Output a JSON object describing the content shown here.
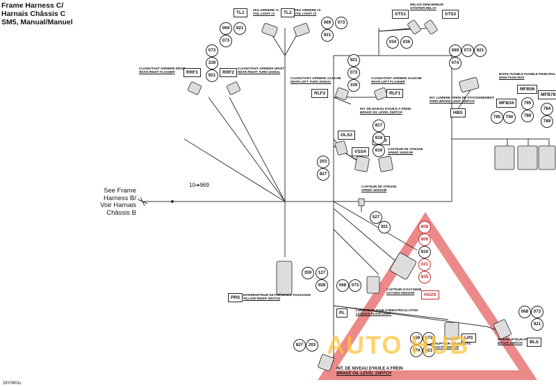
{
  "title": {
    "line1": "Frame Harness C/",
    "line2": "Harnais Châssis C",
    "line3": "SM5, Manual/Manuel"
  },
  "see_frame": {
    "line1": "See Frame",
    "line2": "Harness B/",
    "line3": "Voir Harnais",
    "line4": "Châssis B"
  },
  "splice": "10➔969",
  "labels": {
    "feu1": {
      "fr": "FEU ARRIERE #1",
      "en": "TAIL LIGHT #1"
    },
    "feu2": {
      "fr": "FEU ARRIERE #2",
      "en": "TAIL LIGHT #2"
    },
    "relais": {
      "fr": "RELAIS DEMARREUR",
      "en": "STARTER RELAY"
    },
    "clign_dr1": {
      "fr": "CLIGNOTANT ARRIERE DROIT",
      "en": "REAR RIGHT FLASHER"
    },
    "clign_dr2": {
      "fr": "CLIGNOTANT ARRIERE DROIT",
      "en": "REAR RIGHT TURN SIGNAL"
    },
    "clign_g1": {
      "fr": "CLIGNOTANT ARRIERE GAUCHE",
      "en": "REAR LEFT TURN SIGNAL"
    },
    "clign_g2": {
      "fr": "CLIGNOTANT ARRIERE GAUCHE",
      "en": "REAR LEFT FLASHER"
    },
    "niveau_huile_top": {
      "fr": "INT. DE NIVEAU D'HUILE A FREIN",
      "en": "BRAKE OIL LEVEL SWITCH"
    },
    "int_frein": {
      "fr": "INT. LUMIERE FREIN DE STATIONNEMENT",
      "en": "PARK BRAKE LIGHT SWITCH"
    },
    "fusible": {
      "fr": "BOITE FUSIBLE FUSIBLE PRINCIPAL",
      "en": "MAIN FUSE BOX"
    },
    "vitesse1": {
      "fr": "CAPTEUR DE VITESSE",
      "en": "SPEED SENSOR"
    },
    "vitesse2": {
      "fr": "CAPTEUR DE VITESSE",
      "en": "SPEED SENSOR"
    },
    "passager": {
      "fr": "INTERRUPTEUR DE PRÉSENCE PASSAGER",
      "en": "PILLION RIDER SWITCH"
    },
    "oxygene": {
      "fr": "CAPTEUR D'OXYGÈNE",
      "en": "OXYGEN SENSOR"
    },
    "plaque": {
      "fr": "LUMIÈRE PLAQUE D'IMMATRICULATION",
      "en": "LICENCE PLATE LIGHT"
    },
    "diagnostic": {
      "fr": "INTERRUPTEUR DIAGNOSTIC",
      "en": "DIAGNOSTIC SWITCH"
    },
    "int_frein_b": {
      "fr": "INTERRUPTEUR FREIN",
      "en": "BRAKE SWITCH"
    },
    "niveau_huile_bot": {
      "fr": "INT. DE NIVEAU D'HUILE A FREIN",
      "en": "BRAKE OIL LEVEL SWITCH"
    }
  },
  "tags": {
    "TL1": "TL1",
    "TL2": "TL2",
    "STS1": "STS1",
    "STS2": "STS2",
    "RRF1": "RRF1",
    "RRF2": "RRF2",
    "RLF2": "RLF2",
    "RLF1": "RLF1",
    "HBS": "HBS",
    "MFB34": "MFB34",
    "MFB56": "MFB56",
    "MFB78": "MFB78",
    "OLS2": "OLS2",
    "VSS4": "VSS4",
    "VSS3": "VSS3",
    "PRS": "PRS",
    "PL": "PL",
    "HO2S": "HO2S",
    "LPS": "LPS",
    "BLS": "BLS"
  },
  "wires": {
    "tl1": [
      "069",
      "073",
      "921"
    ],
    "tl2": [
      "069",
      "073",
      "921"
    ],
    "sts": [
      "034",
      "036"
    ],
    "rrf": [
      "073",
      "339",
      "921"
    ],
    "rlf": [
      "921",
      "073",
      "339"
    ],
    "hbs": [
      "069",
      "073",
      "921",
      "074"
    ],
    "mfb34": [
      "785",
      "790"
    ],
    "mfb56": [
      "795",
      "788"
    ],
    "mfb78": [
      "784",
      "789"
    ],
    "vss": [
      "817",
      "818",
      "816"
    ],
    "ols2": [
      "203",
      "827"
    ],
    "spd": [
      "527",
      "301"
    ],
    "ho2s": [
      "808",
      "809",
      "810",
      "021",
      "835"
    ],
    "prs": [
      "359",
      "127",
      "928"
    ],
    "pl": [
      "068",
      "073"
    ],
    "lps": [
      "069",
      "073",
      "074",
      "921"
    ],
    "bls": [
      "068",
      "073",
      "921"
    ],
    "ols_bot": [
      "827",
      "203"
    ]
  },
  "drawing_code": "28Y0901c",
  "watermark": "AUTO    HUB",
  "colors": {
    "ink": "#111111",
    "highlight": "#c62828",
    "watermark": "#ffc43c"
  }
}
